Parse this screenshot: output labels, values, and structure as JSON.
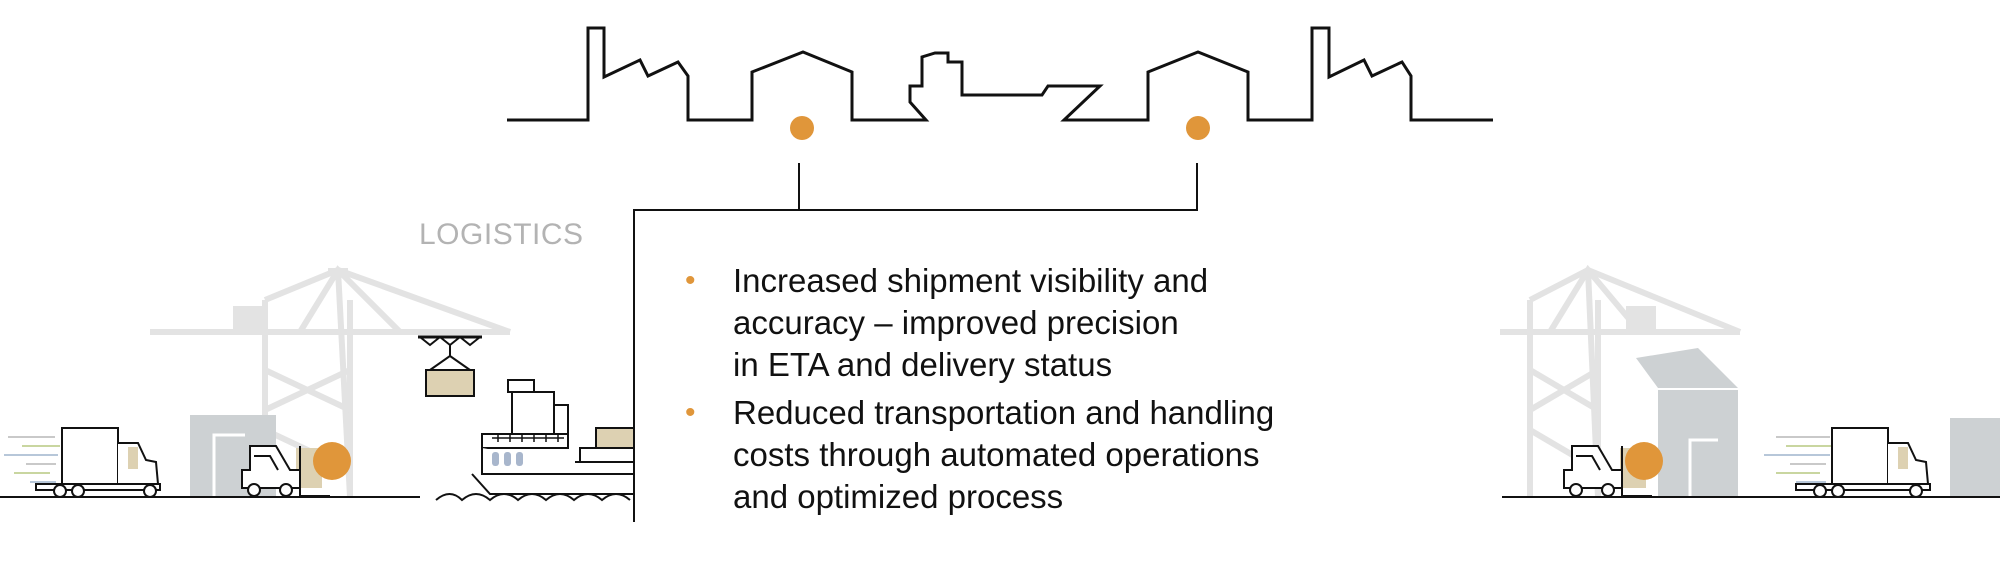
{
  "section_label": "LOGISTICS",
  "colors": {
    "accent": "#E0963A",
    "line": "#111111",
    "muted_label": "#B3B3B3",
    "faded_gray": "#E3E3E3",
    "crate": "#DDD1B2",
    "panel": "#CDD1D3"
  },
  "bullet_glyph": "•",
  "benefits": [
    {
      "lines": [
        "Increased shipment visibility and",
        "accuracy – improved precision",
        "in ETA and delivery status"
      ]
    },
    {
      "lines": [
        "Reduced transportation and handling",
        "costs through automated operations",
        "and optimized process"
      ]
    }
  ],
  "icons": [
    "factory-icon",
    "house-icon",
    "ship-icon",
    "crane-icon",
    "truck-icon",
    "forklift-icon",
    "warehouse-icon",
    "location-dot-icon"
  ]
}
